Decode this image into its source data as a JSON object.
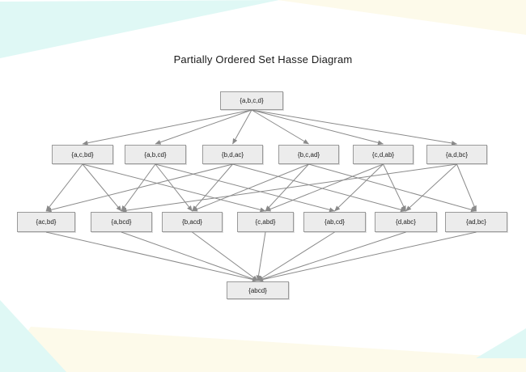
{
  "title": "Partially Ordered Set Hasse Diagram",
  "colors": {
    "node_fill": "#ececec",
    "node_border": "#9a9a9a",
    "edge": "#8a8a8a",
    "accent_cyan": "#dff8f5",
    "accent_cream": "#fdfaea"
  },
  "graph": {
    "type": "hasse-diagram",
    "nodes": [
      {
        "id": "t",
        "level": 1,
        "label": "{a,b,c,d}"
      },
      {
        "id": "p1",
        "level": 2,
        "label": "{a,c,bd}"
      },
      {
        "id": "p2",
        "level": 2,
        "label": "{a,b,cd}"
      },
      {
        "id": "p3",
        "level": 2,
        "label": "{b,d,ac}"
      },
      {
        "id": "p4",
        "level": 2,
        "label": "{b,c,ad}"
      },
      {
        "id": "p5",
        "level": 2,
        "label": "{c,d,ab}"
      },
      {
        "id": "p6",
        "level": 2,
        "label": "{a,d,bc}"
      },
      {
        "id": "q1",
        "level": 3,
        "label": "{ac,bd}"
      },
      {
        "id": "q2",
        "level": 3,
        "label": "{a,bcd}"
      },
      {
        "id": "q3",
        "level": 3,
        "label": "{b,acd}"
      },
      {
        "id": "q4",
        "level": 3,
        "label": "{c,abd}"
      },
      {
        "id": "q5",
        "level": 3,
        "label": "{ab,cd}"
      },
      {
        "id": "q6",
        "level": 3,
        "label": "{d,abc}"
      },
      {
        "id": "q7",
        "level": 3,
        "label": "{ad,bc}"
      },
      {
        "id": "b",
        "level": 4,
        "label": "{abcd}"
      }
    ],
    "edges": [
      [
        "t",
        "p1"
      ],
      [
        "t",
        "p2"
      ],
      [
        "t",
        "p3"
      ],
      [
        "t",
        "p4"
      ],
      [
        "t",
        "p5"
      ],
      [
        "t",
        "p6"
      ],
      [
        "p1",
        "q1"
      ],
      [
        "p1",
        "q2"
      ],
      [
        "p1",
        "q4"
      ],
      [
        "p2",
        "q2"
      ],
      [
        "p2",
        "q3"
      ],
      [
        "p2",
        "q5"
      ],
      [
        "p3",
        "q1"
      ],
      [
        "p3",
        "q3"
      ],
      [
        "p3",
        "q6"
      ],
      [
        "p4",
        "q3"
      ],
      [
        "p4",
        "q4"
      ],
      [
        "p4",
        "q7"
      ],
      [
        "p5",
        "q4"
      ],
      [
        "p5",
        "q5"
      ],
      [
        "p5",
        "q6"
      ],
      [
        "p6",
        "q2"
      ],
      [
        "p6",
        "q6"
      ],
      [
        "p6",
        "q7"
      ],
      [
        "q1",
        "b"
      ],
      [
        "q2",
        "b"
      ],
      [
        "q3",
        "b"
      ],
      [
        "q4",
        "b"
      ],
      [
        "q5",
        "b"
      ],
      [
        "q6",
        "b"
      ],
      [
        "q7",
        "b"
      ]
    ]
  }
}
